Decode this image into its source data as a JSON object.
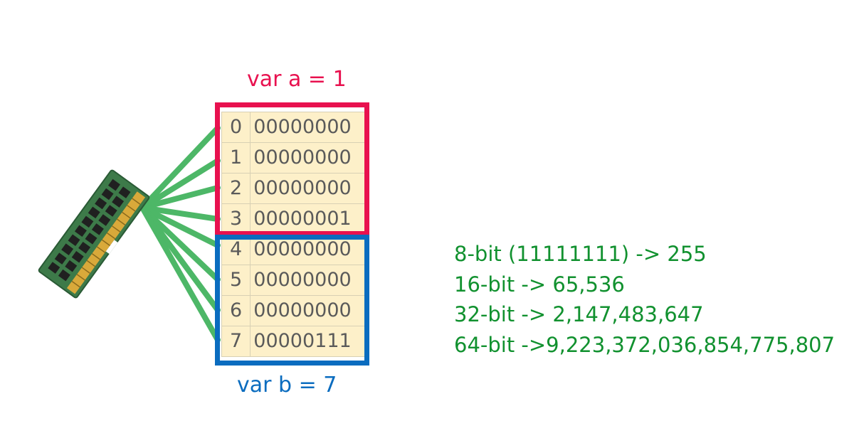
{
  "variables": {
    "a": {
      "label": "var a = 1",
      "color": "#e8114f"
    },
    "b": {
      "label": "var b = 7",
      "color": "#0a6cbf"
    }
  },
  "memory": [
    {
      "address": "0",
      "bits": "00000000"
    },
    {
      "address": "1",
      "bits": "00000000"
    },
    {
      "address": "2",
      "bits": "00000000"
    },
    {
      "address": "3",
      "bits": "00000001"
    },
    {
      "address": "4",
      "bits": "00000000"
    },
    {
      "address": "5",
      "bits": "00000000"
    },
    {
      "address": "6",
      "bits": "00000000"
    },
    {
      "address": "7",
      "bits": "00000111"
    }
  ],
  "limits": [
    "8-bit (11111111) -> 255",
    "16-bit -> 65,536",
    "32-bit -> 2,147,483,647",
    "64-bit ->9,223,372,036,854,775,807"
  ],
  "colors": {
    "wires": "#4db767",
    "limits_text": "#11912f",
    "cell_background": "#fdf0c9",
    "ram_board": "#3d7a49"
  },
  "icons": {
    "ram": "ram-module-icon"
  }
}
